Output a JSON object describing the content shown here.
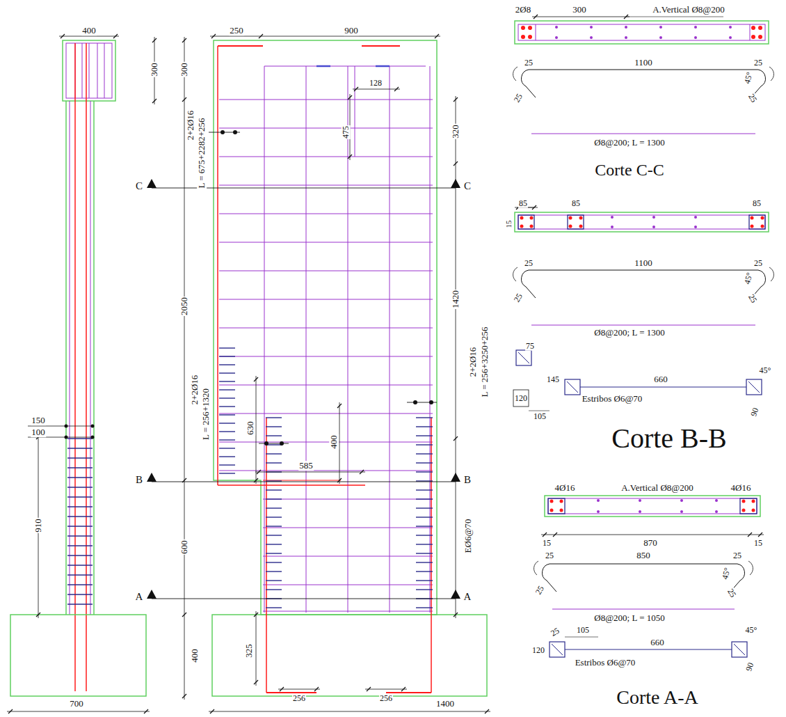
{
  "diagram": {
    "labels": [
      "400",
      "300",
      "150",
      "100",
      "910",
      "700",
      "250",
      "900",
      "300",
      "128",
      "475",
      "320",
      "2+2Ø16",
      "L = 675+2282+256",
      "C",
      "C",
      "2050",
      "1420",
      "2+2Ø16",
      "L = 256+3250+256",
      "2+2Ø16",
      "L = 256+1320",
      "630",
      "400",
      "585",
      "B",
      "B",
      "600",
      "EØ6@70",
      "A",
      "A",
      "400",
      "325",
      "256",
      "256",
      "1400",
      "2Ø8",
      "300",
      "A.Vertical Ø8@200",
      "25",
      "1100",
      "25",
      "25",
      "45°",
      "25",
      "Ø8@200; L = 1300",
      "Corte C-C",
      "85",
      "85",
      "85",
      "15",
      "25",
      "1100",
      "25",
      "25",
      "45°",
      "25",
      "Ø8@200; L = 1300",
      "75",
      "145",
      "660",
      "45°",
      "120",
      "105",
      "Estribos Ø6@70",
      "90",
      "Corte B-B",
      "4Ø16",
      "A.Vertical Ø8@200",
      "4Ø16",
      "15",
      "870",
      "15",
      "25",
      "850",
      "25",
      "25",
      "45°",
      "25",
      "Ø8@200; L = 1050",
      "25",
      "105",
      "45°",
      "120",
      "660",
      "Estribos Ø6@70",
      "90",
      "Corte A-A"
    ]
  }
}
